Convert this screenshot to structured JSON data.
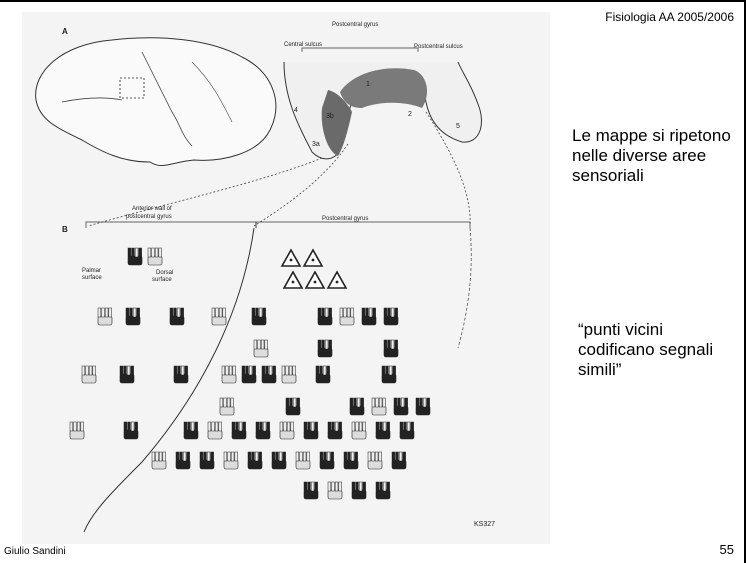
{
  "slide": {
    "header": "Fisiologia AA 2005/2006",
    "footer_author": "Giulio Sandini",
    "page_number": "55",
    "text_maps": "Le mappe si ripetono nelle diverse aree sensoriali",
    "text_quote": "“punti vicini codificano segnali simili”"
  },
  "figure": {
    "panel_a": "A",
    "panel_b": "B",
    "central_sulcus": "Central sulcus",
    "postcentral_gyrus_top": "Postcentral gyrus",
    "postcentral_sulcus": "Postcentral sulcus",
    "area_1": "1",
    "area_2": "2",
    "area_3a": "3a",
    "area_3b": "3b",
    "area_4": "4",
    "area_5": "5",
    "anterior_wall": "Anterior wall of",
    "anterior_wall_2": "postcentral gyrus",
    "postcentral_gyrus_b": "Postcentral gyrus",
    "palmar": "Palmar",
    "palmar_2": "surface",
    "dorsal": "Dorsal",
    "dorsal_2": "surface",
    "ks_code": "KS327"
  }
}
